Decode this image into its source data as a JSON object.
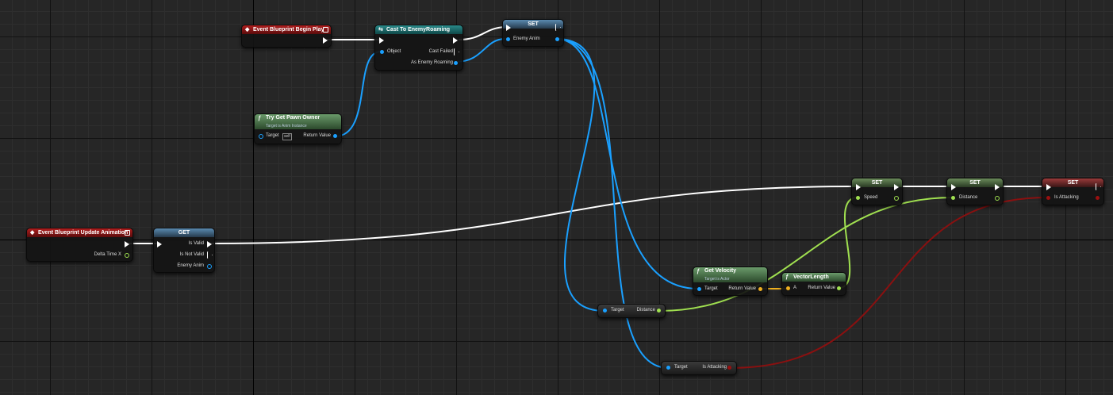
{
  "colors": {
    "exec": "#ffffff",
    "object": "#1aa0ff",
    "float": "#a0e050",
    "bool": "#9a1010",
    "vector": "#f0b020",
    "event_header": "#b01e1e",
    "cast_header": "#2a8a8a",
    "function_header": "#5a8a5a",
    "variable_header": "#4a7aa0"
  },
  "nodes": {
    "begin_play": {
      "title": "Event Blueprint Begin Play"
    },
    "cast": {
      "title": "Cast To EnemyRoaming",
      "object": "Object",
      "cast_failed": "Cast Failed",
      "as_output": "As Enemy Roaming"
    },
    "set_anim": {
      "title": "SET",
      "pin": "Enemy Anim"
    },
    "try_get": {
      "title": "Try Get Pawn Owner",
      "subtitle": "Target is Anim Instance",
      "target": "Target",
      "self": "self",
      "return": "Return Value"
    },
    "update_anim": {
      "title": "Event Blueprint Update Animation",
      "delta": "Delta Time X"
    },
    "get": {
      "title": "GET",
      "is_valid": "Is Valid",
      "is_not_valid": "Is Not Valid",
      "enemy_anim": "Enemy Anim"
    },
    "set_speed": {
      "title": "SET",
      "pin": "Speed"
    },
    "set_distance": {
      "title": "SET",
      "pin": "Distance"
    },
    "set_attacking": {
      "title": "SET",
      "pin": "Is Attacking"
    },
    "get_velocity": {
      "title": "Get Velocity",
      "subtitle": "Target is Actor",
      "target": "Target",
      "return": "Return Value"
    },
    "vector_length": {
      "title": "VectorLength",
      "a": "A",
      "return": "Return Value"
    },
    "distance_get": {
      "target": "Target",
      "output": "Distance"
    },
    "attacking_get": {
      "target": "Target",
      "output": "Is Attacking"
    }
  }
}
